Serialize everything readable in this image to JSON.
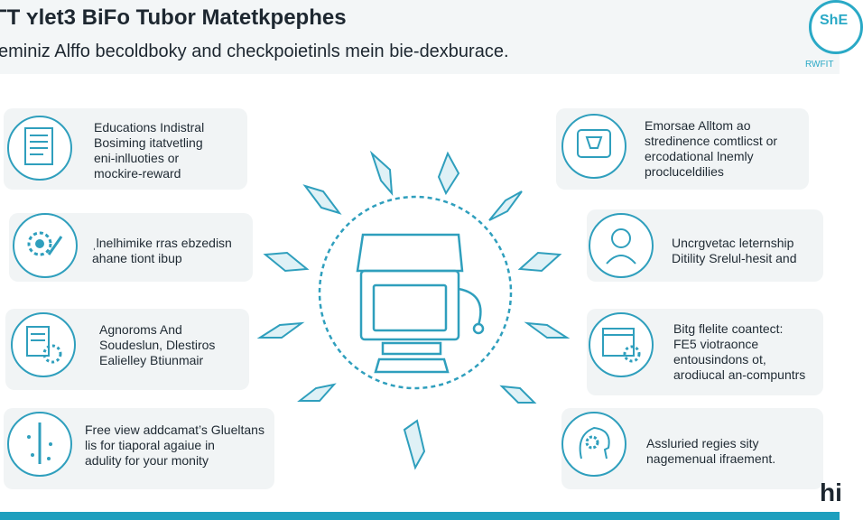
{
  "header": {
    "title": "ГT ʏlet3 BiFo Tubor Matetkpephes",
    "subtitle": "eminiz Alffo becoldboky and checkpoietinls mein bie-dexburace.",
    "logo_text": "ShE",
    "logo_caption": "RWFIT"
  },
  "cards": [
    {
      "id": "left-1",
      "lines": [
        "Educations Indistral",
        "Bosiming itatvetling",
        "eni-inlluoties or",
        "mockire-reward"
      ],
      "icon": "document-icon"
    },
    {
      "id": "left-2",
      "lines": [
        "ˌlnelhimike rras ebzedisn",
        "ahane tiont ibup"
      ],
      "icon": "gear-wrench-icon"
    },
    {
      "id": "left-3",
      "lines": [
        "Agnoroms And",
        "Soudeslun, Dlestiros",
        "Ealielley Btiunmair"
      ],
      "icon": "document-gear-icon"
    },
    {
      "id": "left-4",
      "lines": [
        "Free view addcamat’s Glueltans",
        "lis for tiaporal agaiue in",
        "adulity for your monity"
      ],
      "icon": "thermometer-icon"
    },
    {
      "id": "right-1",
      "lines": [
        "Emorsae Alltom ao",
        "stredinence comtlicst or",
        "ercodational lnemly",
        "procluceldilies"
      ],
      "icon": "robot-screen-icon"
    },
    {
      "id": "right-2",
      "lines": [
        "Uncrgvetac leternship",
        "Ditility Srelul-hesit and"
      ],
      "icon": "person-icon"
    },
    {
      "id": "right-3",
      "lines": [
        "Bitg flelite coantect:",
        "FE5 viotraonce",
        "entousindons ot,",
        "arodiucal an-compuntrs"
      ],
      "icon": "browser-gear-icon"
    },
    {
      "id": "right-4",
      "lines": [
        "Assluried regies sity",
        "nagemenual ifraement."
      ],
      "icon": "head-gears-icon"
    }
  ],
  "corner_text": "hi",
  "colors": {
    "accent": "#2aa9c6",
    "line": "#2f9fbd",
    "card": "#f1f4f5",
    "header": "#f3f6f7",
    "bar": "#1e9fbe"
  }
}
